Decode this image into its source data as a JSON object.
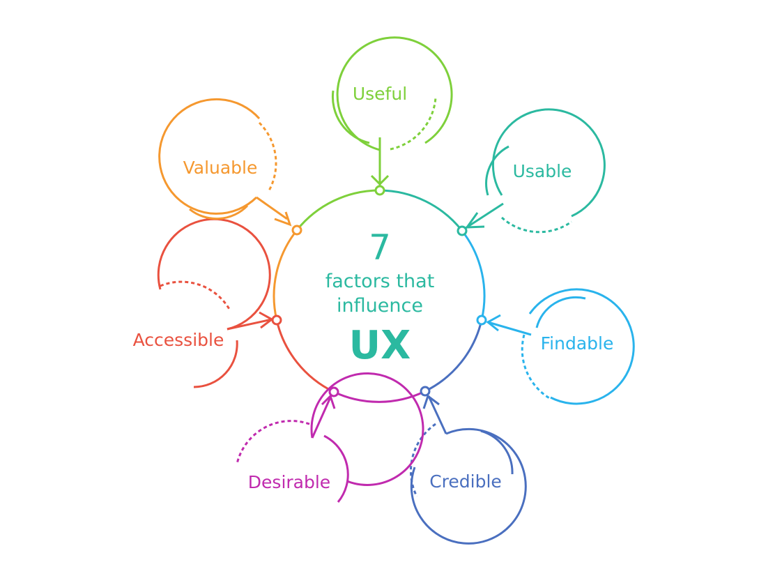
{
  "center": {
    "number": "7",
    "line1": "factors that",
    "line2": "influence",
    "title": "UX",
    "color": "#2bb9a0"
  },
  "factors": [
    {
      "label": "Useful",
      "color": "#7ed03b"
    },
    {
      "label": "Usable",
      "color": "#2bb9a0"
    },
    {
      "label": "Findable",
      "color": "#29b3ec"
    },
    {
      "label": "Credible",
      "color": "#4a6fbf"
    },
    {
      "label": "Desirable",
      "color": "#c02aae"
    },
    {
      "label": "Accessible",
      "color": "#e9513f"
    },
    {
      "label": "Valuable",
      "color": "#f5982f"
    }
  ]
}
